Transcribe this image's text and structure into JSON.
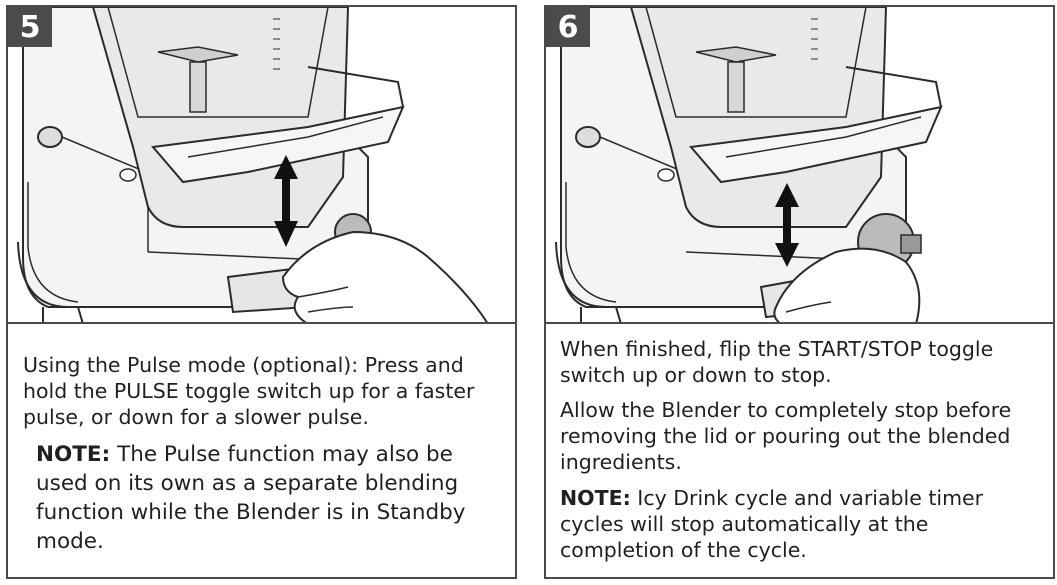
{
  "steps": [
    {
      "number": "5",
      "instruction": "Using the Pulse mode (optional): Press and hold the PULSE toggle switch up for a faster pulse, or down for a slower pulse.",
      "note_label": "NOTE:",
      "note_text": " The Pulse function may also be used on its own as a separate blending function while the Blender is in Standby mode."
    },
    {
      "number": "6",
      "instruction": "When finished, flip the START/STOP toggle switch up or down to stop.",
      "instruction2": "Allow the Blender to completely stop before removing the lid or pouring out the blended ingredients.",
      "note_label": "NOTE:",
      "note_text": " Icy Drink cycle and variable timer cycles will stop automatically at the completion of the cycle."
    }
  ],
  "illustration": {
    "subject": "blender-base-with-hand-toggle",
    "line_color": "#2b2b2b",
    "fill_color": "#f2f2f2",
    "badge_color": "#4b4b4b"
  }
}
